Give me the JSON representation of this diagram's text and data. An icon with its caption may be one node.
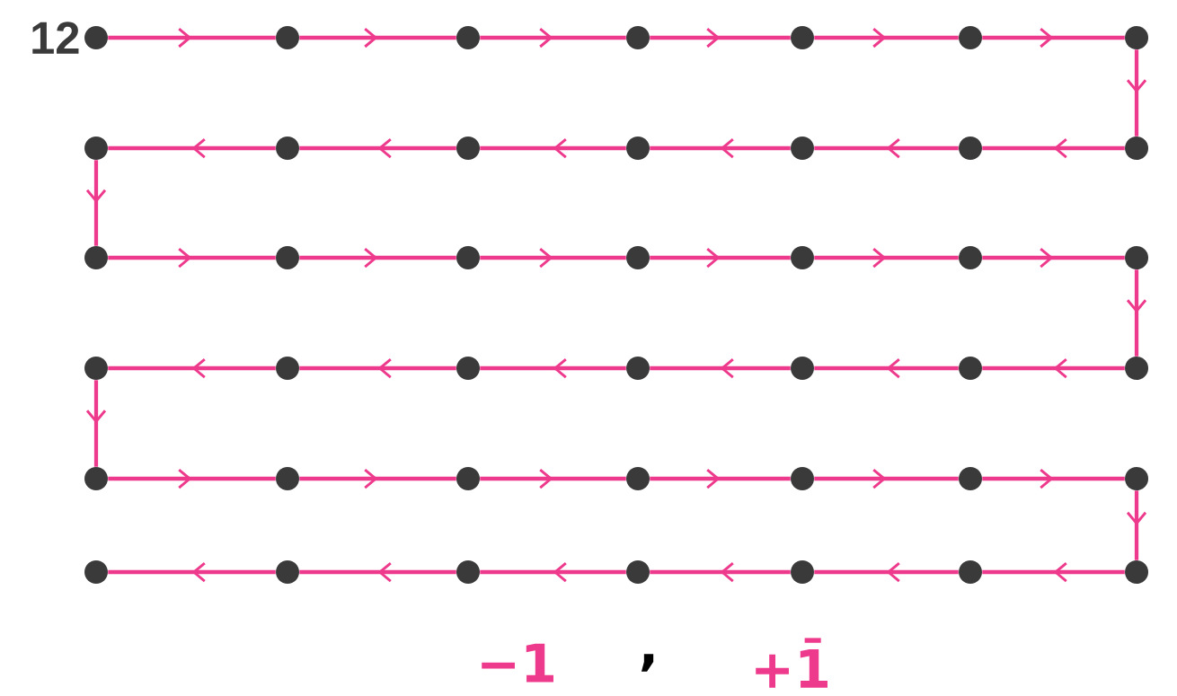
{
  "diagram": {
    "nodes": [
      {
        "text": [],
        "shape": "circle",
        "beside": [
          "12"
        ]
      },
      {
        "text": [],
        "shape": "circle"
      },
      {
        "text": [],
        "shape": "circle"
      },
      {
        "text": [],
        "shape": "circle"
      },
      {
        "text": [],
        "shape": "circle"
      },
      {
        "text": [],
        "shape": "circle"
      },
      {
        "text": [],
        "shape": "circle"
      },
      {
        "text": [],
        "shape": "circle"
      },
      {
        "text": [],
        "shape": "circle"
      },
      {
        "text": [],
        "shape": "circle"
      },
      {
        "text": [],
        "shape": "circle"
      },
      {
        "text": [],
        "shape": "circle"
      },
      {
        "text": [],
        "shape": "circle"
      },
      {
        "text": [],
        "shape": "circle"
      },
      {
        "text": [],
        "shape": "circle"
      },
      {
        "text": [],
        "shape": "circle"
      },
      {
        "text": [],
        "shape": "circle"
      },
      {
        "text": [],
        "shape": "circle"
      },
      {
        "text": [],
        "shape": "circle"
      },
      {
        "text": [],
        "shape": "circle"
      },
      {
        "text": [],
        "shape": "circle"
      },
      {
        "text": [],
        "shape": "circle"
      },
      {
        "text": [],
        "shape": "circle"
      },
      {
        "text": [],
        "shape": "circle"
      },
      {
        "text": [],
        "shape": "circle"
      },
      {
        "text": [],
        "shape": "circle"
      },
      {
        "text": [],
        "shape": "circle"
      },
      {
        "text": [],
        "shape": "circle"
      },
      {
        "text": [],
        "shape": "circle"
      },
      {
        "text": [],
        "shape": "circle"
      },
      {
        "text": [],
        "shape": "circle"
      },
      {
        "text": [],
        "shape": "circle"
      },
      {
        "text": [],
        "shape": "circle"
      },
      {
        "text": [],
        "shape": "circle"
      },
      {
        "text": [],
        "shape": "circle"
      },
      {
        "text": [],
        "shape": "circle"
      },
      {
        "text": [],
        "shape": "circle"
      },
      {
        "text": [],
        "shape": "circle"
      },
      {
        "text": [],
        "shape": "circle"
      },
      {
        "text": [],
        "shape": "circle"
      },
      {
        "text": [],
        "shape": "circle"
      },
      {
        "text": [],
        "shape": "circle"
      }
    ],
    "edges": [
      {
        "from": 0,
        "to": 1,
        "arrow": "to"
      },
      {
        "from": 1,
        "to": 2,
        "arrow": "to"
      },
      {
        "from": 2,
        "to": 3,
        "arrow": "to"
      },
      {
        "from": 3,
        "to": 4,
        "arrow": "to"
      },
      {
        "from": 4,
        "to": 5,
        "arrow": "to"
      },
      {
        "from": 5,
        "to": 6,
        "arrow": "to"
      },
      {
        "from": 6,
        "to": 7,
        "arrow": "to"
      },
      {
        "from": 7,
        "to": 8,
        "arrow": "to"
      },
      {
        "from": 8,
        "to": 9,
        "arrow": "to"
      },
      {
        "from": 9,
        "to": 10,
        "arrow": "to"
      },
      {
        "from": 10,
        "to": 11,
        "arrow": "to"
      },
      {
        "from": 11,
        "to": 12,
        "arrow": "to"
      },
      {
        "from": 12,
        "to": 13,
        "arrow": "to"
      },
      {
        "from": 13,
        "to": 14,
        "arrow": "to"
      },
      {
        "from": 14,
        "to": 15,
        "arrow": "to"
      },
      {
        "from": 15,
        "to": 16,
        "arrow": "to"
      },
      {
        "from": 16,
        "to": 17,
        "arrow": "to"
      },
      {
        "from": 17,
        "to": 18,
        "arrow": "to"
      },
      {
        "from": 18,
        "to": 19,
        "arrow": "to"
      },
      {
        "from": 19,
        "to": 20,
        "arrow": "to"
      },
      {
        "from": 20,
        "to": 21,
        "arrow": "to"
      },
      {
        "from": 21,
        "to": 22,
        "arrow": "to"
      },
      {
        "from": 22,
        "to": 23,
        "arrow": "to"
      },
      {
        "from": 23,
        "to": 24,
        "arrow": "to"
      },
      {
        "from": 24,
        "to": 25,
        "arrow": "to"
      },
      {
        "from": 25,
        "to": 26,
        "arrow": "to"
      },
      {
        "from": 26,
        "to": 27,
        "arrow": "to"
      },
      {
        "from": 27,
        "to": 28,
        "arrow": "to"
      },
      {
        "from": 28,
        "to": 29,
        "arrow": "to"
      },
      {
        "from": 29,
        "to": 30,
        "arrow": "to"
      },
      {
        "from": 30,
        "to": 31,
        "arrow": "to"
      },
      {
        "from": 31,
        "to": 32,
        "arrow": "to"
      },
      {
        "from": 32,
        "to": 33,
        "arrow": "to"
      },
      {
        "from": 33,
        "to": 34,
        "arrow": "to"
      },
      {
        "from": 34,
        "to": 35,
        "arrow": "to"
      },
      {
        "from": 35,
        "to": 36,
        "arrow": "to"
      },
      {
        "from": 36,
        "to": 37,
        "arrow": "to"
      },
      {
        "from": 37,
        "to": 38,
        "arrow": "to"
      },
      {
        "from": 38,
        "to": 39,
        "arrow": "to"
      },
      {
        "from": 39,
        "to": 40,
        "arrow": "to"
      },
      {
        "from": 40,
        "to": 41,
        "arrow": "to"
      }
    ],
    "labels": [
      "−1",
      ",",
      "+1̄"
    ]
  }
}
